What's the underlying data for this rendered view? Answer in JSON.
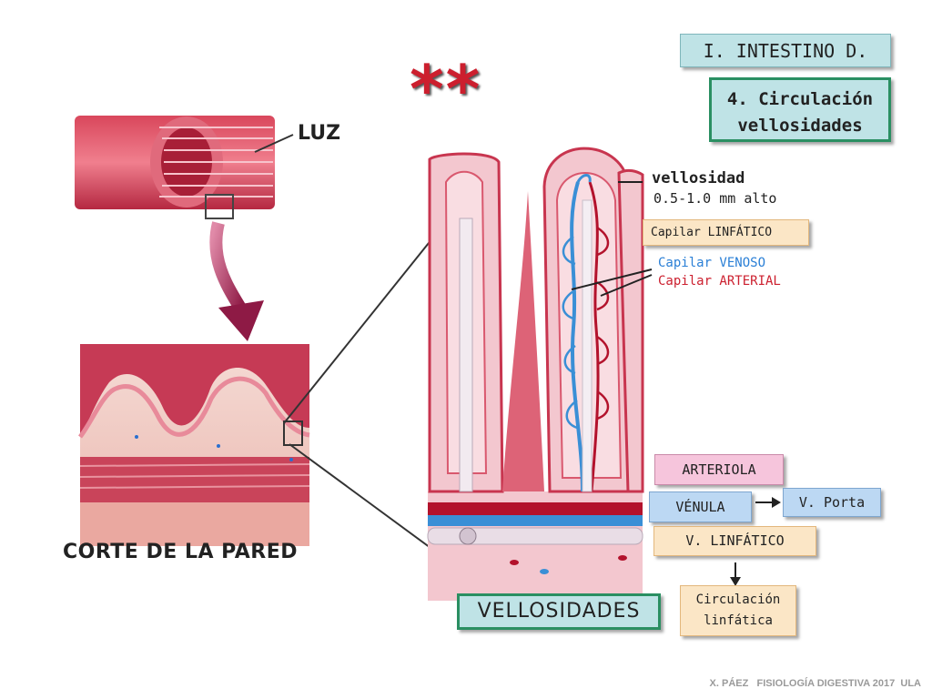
{
  "header": {
    "section": "I. INTESTINO D.",
    "topic_line1": "4. Circulación",
    "topic_line2": "vellosidades",
    "stars": "**"
  },
  "labels": {
    "luz": "LUZ",
    "corte": "CORTE DE LA PARED",
    "vellosidades": "VELLOSIDADES",
    "vellosidad": "vellosidad",
    "vellosidad_size": "0.5-1.0 mm alto",
    "capilar_linfatico": "Capilar LINFÁTICO",
    "capilar_venoso": "Capilar VENOSO",
    "capilar_arterial": "Capilar ARTERIAL",
    "arteriola": "ARTERIOLA",
    "venula": "VÉNULA",
    "v_porta": "V. Porta",
    "v_linfatico": "V. LINFÁTICO",
    "circ_line1": "Circulación",
    "circ_line2": "linfática"
  },
  "footer": "X. PÁEZ   FISIOLOGÍA DIGESTIVA 2017  ULA",
  "colors": {
    "tissue": "#f3c7cf",
    "tissue_dark": "#c8354f",
    "vein": "#3a8fd6",
    "artery": "#b3122c",
    "accent_red": "#cc1f2e",
    "green_border": "#2a8f62"
  }
}
